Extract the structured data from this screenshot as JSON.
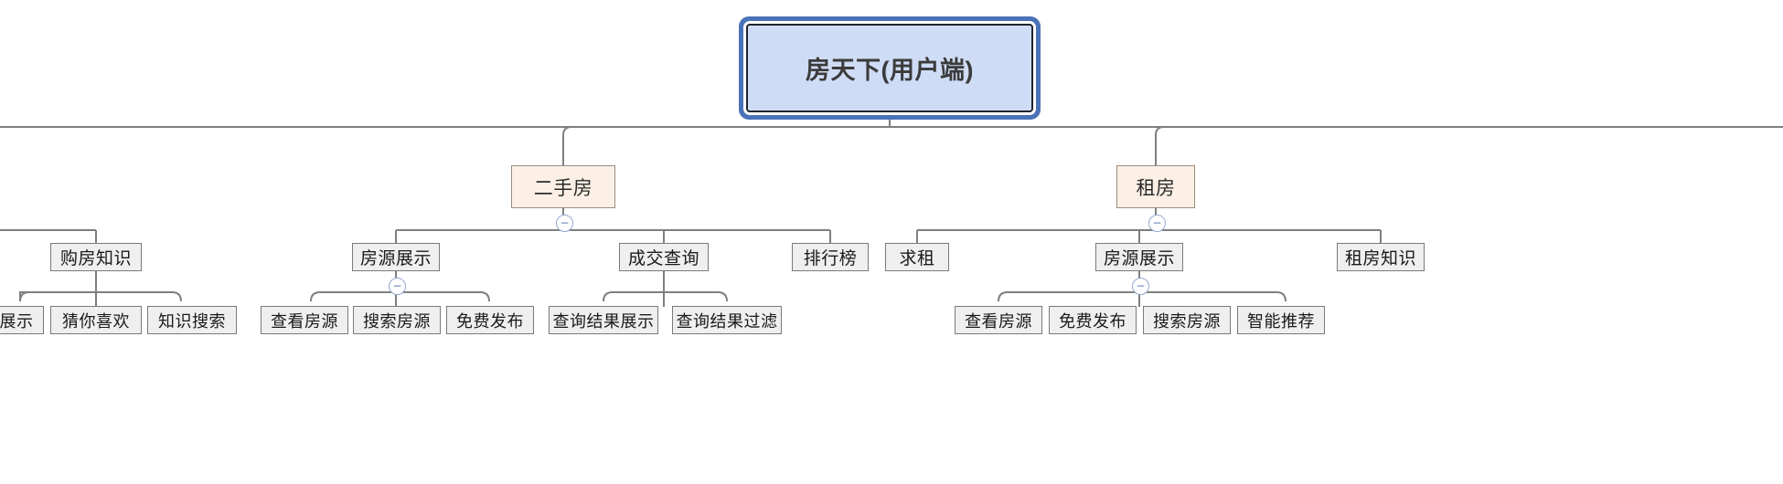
{
  "diagram": {
    "type": "tree-mindmap",
    "title": "房天下(用户端)",
    "toggle_glyph": "−",
    "colors": {
      "root_fill": "#cfdcf5",
      "root_outline": "#4a72b8",
      "category_fill": "#fcf0e6",
      "category_border": "#9a8c80",
      "node_fill": "#efefef",
      "node_border": "#7a7a7a",
      "connector": "#7f7f7f",
      "toggle_border": "#93a8cf"
    }
  },
  "nodes": {
    "root": {
      "label": "房天下(用户端)"
    },
    "level2": [
      {
        "label": "二手房"
      },
      {
        "label": "租房"
      }
    ],
    "level3": [
      {
        "label": "购房知识"
      },
      {
        "label": "房源展示"
      },
      {
        "label": "成交查询"
      },
      {
        "label": "排行榜"
      },
      {
        "label": "求租"
      },
      {
        "label": "房源展示"
      },
      {
        "label": "租房知识"
      }
    ],
    "level4": [
      {
        "label": "展示"
      },
      {
        "label": "猜你喜欢"
      },
      {
        "label": "知识搜索"
      },
      {
        "label": "查看房源"
      },
      {
        "label": "搜索房源"
      },
      {
        "label": "免费发布"
      },
      {
        "label": "查询结果展示"
      },
      {
        "label": "查询结果过滤"
      },
      {
        "label": "查看房源"
      },
      {
        "label": "免费发布"
      },
      {
        "label": "搜索房源"
      },
      {
        "label": "智能推荐"
      }
    ]
  },
  "toggles": [
    {
      "name": "toggle-ershoufang"
    },
    {
      "name": "toggle-zufang"
    },
    {
      "name": "toggle-fangyuanzhanshi-ershou"
    },
    {
      "name": "toggle-fangyuanzhanshi-zufang"
    }
  ]
}
